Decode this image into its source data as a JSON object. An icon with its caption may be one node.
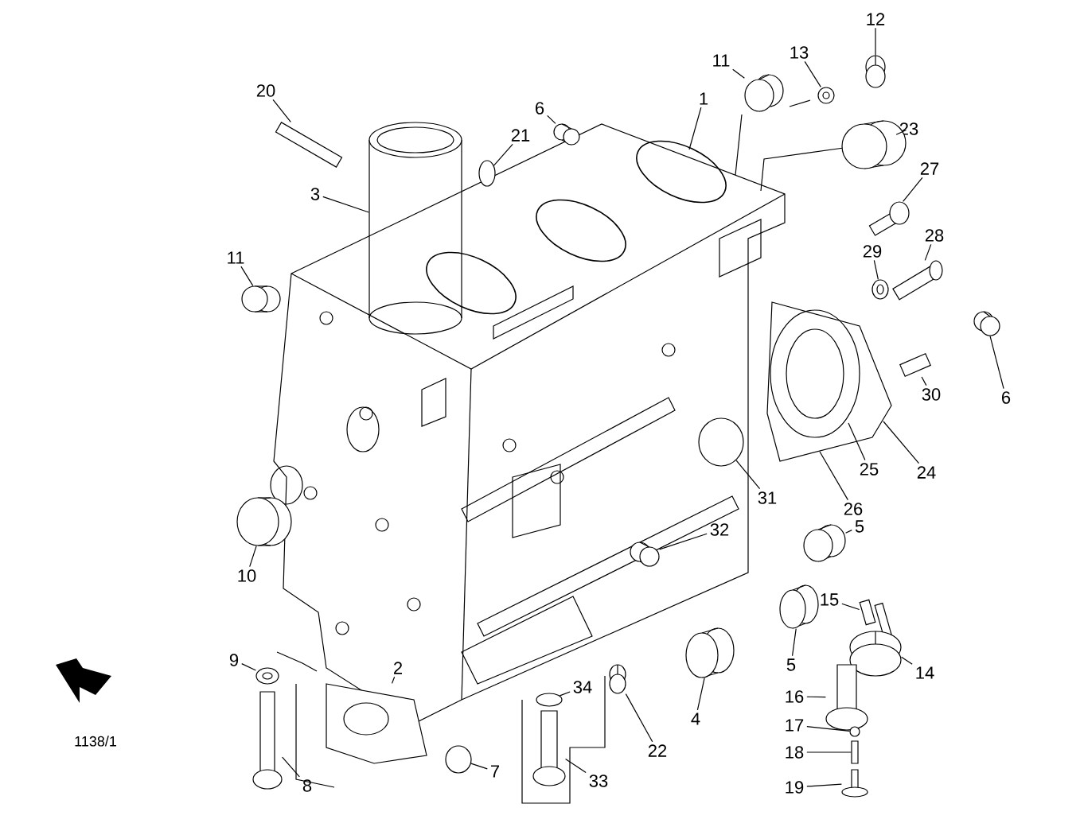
{
  "diagram": {
    "nodes": [
      {
        "text": [
          "20"
        ]
      },
      {
        "text": [
          "21"
        ]
      },
      {
        "text": [
          "6"
        ]
      },
      {
        "text": [
          "3"
        ]
      },
      {
        "text": [
          "11"
        ]
      },
      {
        "text": [
          "1"
        ]
      },
      {
        "text": [
          "11"
        ]
      },
      {
        "text": [
          "13"
        ]
      },
      {
        "text": [
          "12"
        ]
      },
      {
        "text": [
          "23"
        ]
      },
      {
        "text": [
          "27"
        ]
      },
      {
        "text": [
          "28"
        ]
      },
      {
        "text": [
          "29"
        ]
      },
      {
        "text": [
          "6"
        ]
      },
      {
        "text": [
          "30"
        ]
      },
      {
        "text": [
          "24"
        ]
      },
      {
        "text": [
          "25"
        ]
      },
      {
        "text": [
          "26"
        ]
      },
      {
        "text": [
          "31"
        ]
      },
      {
        "text": [
          "5"
        ]
      },
      {
        "text": [
          "32"
        ]
      },
      {
        "text": [
          "15"
        ]
      },
      {
        "text": [
          "14"
        ]
      },
      {
        "text": [
          "5"
        ]
      },
      {
        "text": [
          "4"
        ]
      },
      {
        "text": [
          "16"
        ]
      },
      {
        "text": [
          "17"
        ]
      },
      {
        "text": [
          "18"
        ]
      },
      {
        "text": [
          "19"
        ]
      },
      {
        "text": [
          "22"
        ]
      },
      {
        "text": [
          "34"
        ]
      },
      {
        "text": [
          "33"
        ]
      },
      {
        "text": [
          "7"
        ]
      },
      {
        "text": [
          "8"
        ]
      },
      {
        "text": [
          "9"
        ]
      },
      {
        "text": [
          "2"
        ]
      },
      {
        "text": [
          "10"
        ]
      },
      {
        "text": [],
        "shape": "picture"
      },
      {
        "text": [],
        "shape": "circle"
      },
      {
        "text": [],
        "shape": "picture"
      },
      {
        "text": [],
        "shape": "picture"
      },
      {
        "text": [],
        "shape": "picture"
      },
      {
        "text": [],
        "shape": "picture"
      },
      {
        "text": [],
        "shape": "picture"
      },
      {
        "text": [],
        "shape": "picture"
      },
      {
        "text": [],
        "shape": "picture"
      },
      {
        "text": [],
        "shape": "picture"
      },
      {
        "text": [],
        "shape": "picture"
      },
      {
        "text": [],
        "shape": "picture"
      },
      {
        "text": [],
        "shape": "picture"
      },
      {
        "text": [],
        "shape": "picture"
      },
      {
        "text": [],
        "shape": "circle"
      },
      {
        "text": [],
        "shape": "picture"
      },
      {
        "text": [],
        "shape": "picture"
      },
      {
        "text": [],
        "shape": "picture"
      },
      {
        "text": [],
        "shape": "picture"
      },
      {
        "text": [],
        "shape": "picture"
      },
      {
        "text": [],
        "shape": "picture"
      },
      {
        "text": [],
        "shape": "picture"
      },
      {
        "text": [],
        "shape": "circle"
      },
      {
        "text": [],
        "shape": "box"
      },
      {
        "text": [],
        "shape": "picture"
      },
      {
        "text": [],
        "shape": "picture"
      },
      {
        "text": [],
        "shape": "circle"
      },
      {
        "text": [],
        "shape": "picture"
      },
      {
        "text": [],
        "shape": "circle"
      },
      {
        "text": [],
        "shape": "picture"
      },
      {
        "text": [],
        "shape": "picture"
      },
      {
        "text": [],
        "shape": "picture"
      },
      {
        "text": [],
        "shape": "picture"
      }
    ],
    "edges": [
      {
        "from": 0,
        "to": 37,
        "arrow": "none"
      },
      {
        "from": 1,
        "to": 38,
        "arrow": "none"
      },
      {
        "from": 2,
        "to": 39,
        "arrow": "none"
      },
      {
        "from": 3,
        "to": 40,
        "arrow": "none"
      },
      {
        "from": 4,
        "to": 41,
        "arrow": "none"
      },
      {
        "from": 5,
        "to": null,
        "arrow": "none"
      },
      {
        "from": 6,
        "to": 42,
        "arrow": "none"
      },
      {
        "from": 7,
        "to": 43,
        "arrow": "none"
      },
      {
        "from": 8,
        "to": 44,
        "arrow": "none"
      },
      {
        "from": 9,
        "to": 45,
        "arrow": "none"
      },
      {
        "from": 10,
        "to": 46,
        "arrow": "none"
      },
      {
        "from": 11,
        "to": 47,
        "arrow": "none"
      },
      {
        "from": 12,
        "to": 48,
        "arrow": "none"
      },
      {
        "from": 13,
        "to": 49,
        "arrow": "none"
      },
      {
        "from": 14,
        "to": 50,
        "arrow": "none"
      },
      {
        "from": 15,
        "to": null,
        "arrow": "none"
      },
      {
        "from": 16,
        "to": null,
        "arrow": "none"
      },
      {
        "from": 17,
        "to": null,
        "arrow": "none"
      },
      {
        "from": 18,
        "to": 51,
        "arrow": "none"
      },
      {
        "from": 19,
        "to": 52,
        "arrow": "none"
      },
      {
        "from": 20,
        "to": 53,
        "arrow": "none"
      },
      {
        "from": 21,
        "to": 54,
        "arrow": "none"
      },
      {
        "from": 22,
        "to": 55,
        "arrow": "none"
      },
      {
        "from": 23,
        "to": 56,
        "arrow": "none"
      },
      {
        "from": 24,
        "to": 57,
        "arrow": "none"
      },
      {
        "from": 25,
        "to": 58,
        "arrow": "none"
      },
      {
        "from": 26,
        "to": 59,
        "arrow": "none"
      },
      {
        "from": 27,
        "to": 60,
        "arrow": "none"
      },
      {
        "from": 28,
        "to": 61,
        "arrow": "none"
      },
      {
        "from": 29,
        "to": 62,
        "arrow": "none"
      },
      {
        "from": 30,
        "to": 63,
        "arrow": "none"
      },
      {
        "from": 31,
        "to": 64,
        "arrow": "none"
      },
      {
        "from": 32,
        "to": 65,
        "arrow": "none"
      },
      {
        "from": 33,
        "to": 66,
        "arrow": "none"
      },
      {
        "from": 34,
        "to": 67,
        "arrow": "none"
      },
      {
        "from": 35,
        "to": 68,
        "arrow": "none"
      },
      {
        "from": 36,
        "to": 69,
        "arrow": "none"
      }
    ],
    "labels": [
      "1138/1"
    ]
  }
}
